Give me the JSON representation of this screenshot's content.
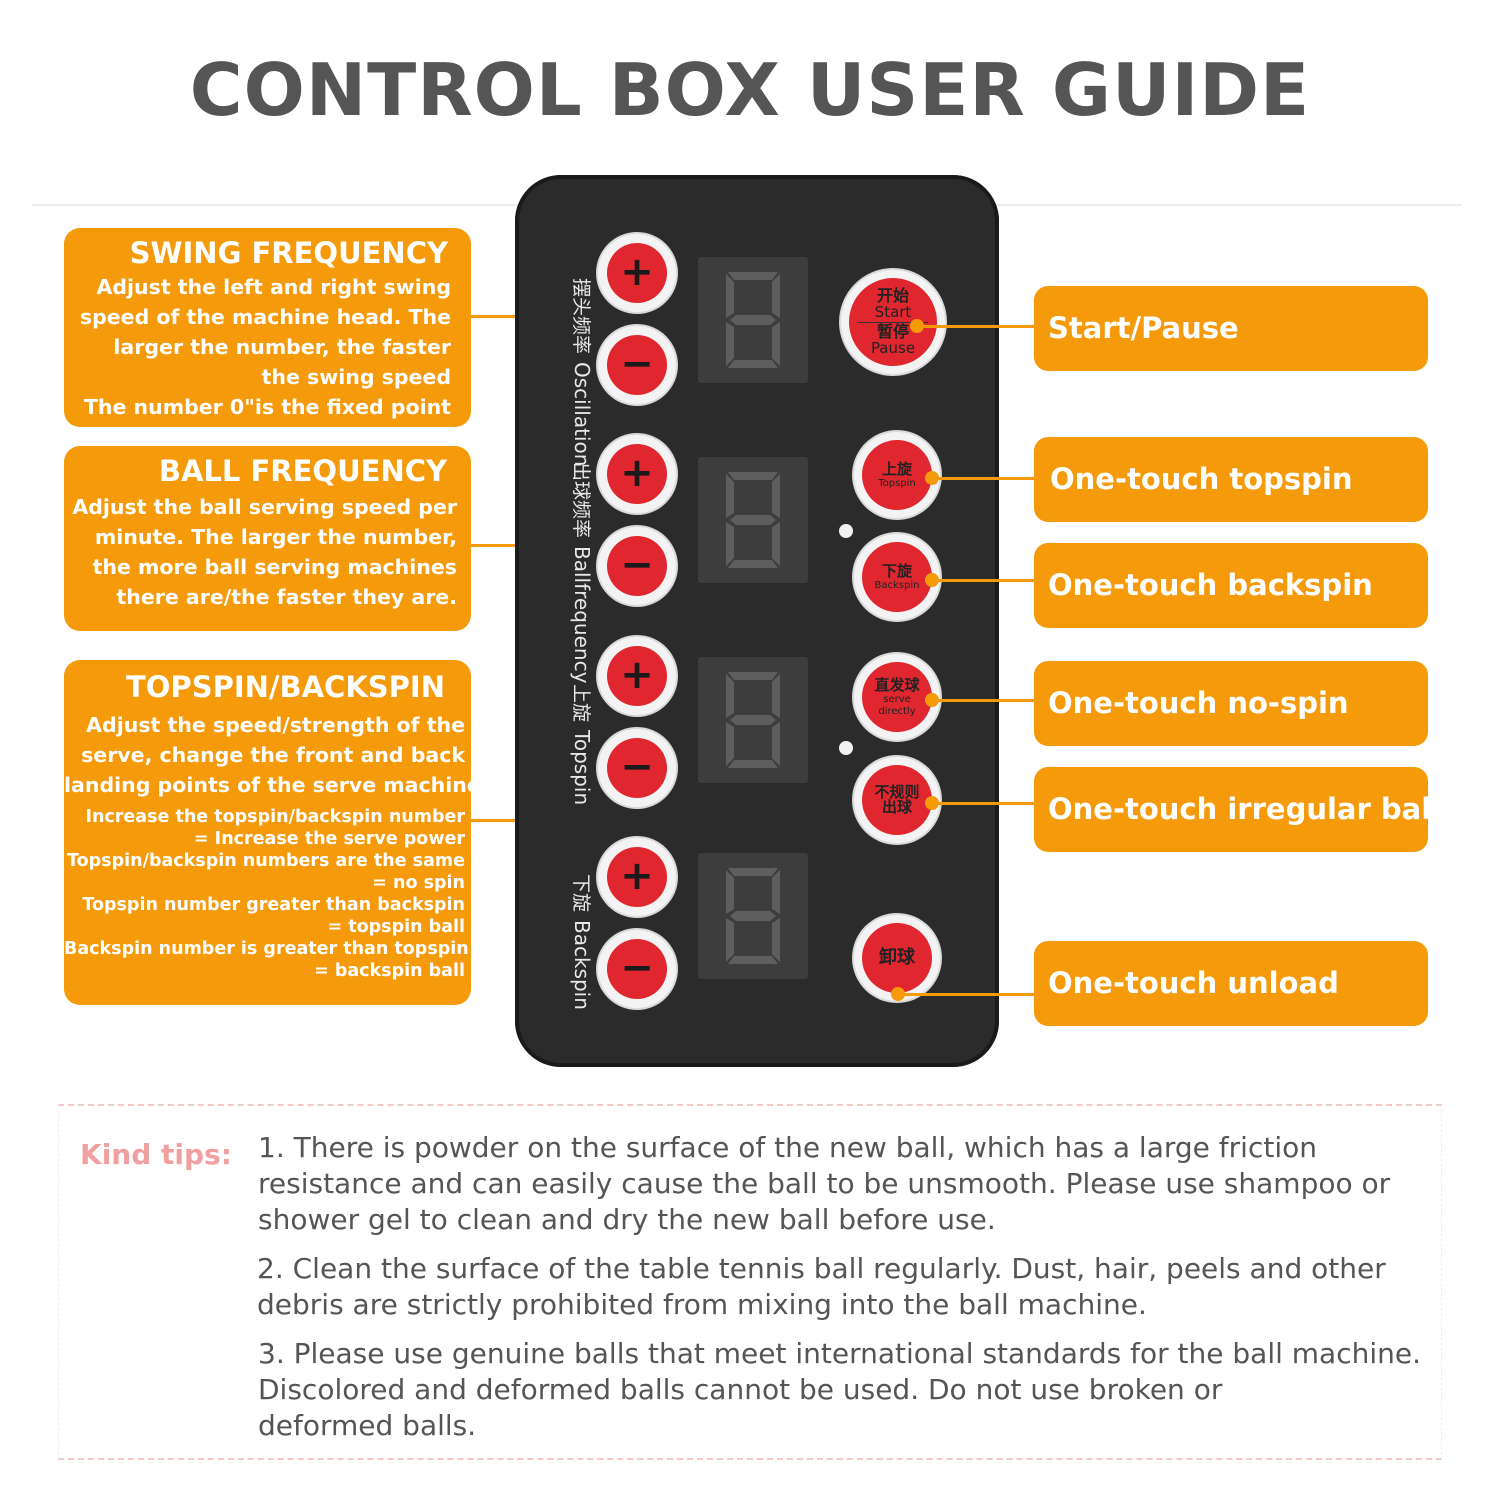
{
  "title": "CONTROL BOX USER GUIDE",
  "left_boxes": [
    {
      "heading": "SWING FREQUENCY",
      "lines": [
        "Adjust the left and right swing",
        "speed of the machine head. The",
        "larger the number, the faster",
        "the swing speed",
        "The number 0\"is the fixed point"
      ]
    },
    {
      "heading": "BALL FREQUENCY",
      "lines": [
        "Adjust the ball serving speed per",
        "minute. The larger the number,",
        "the more ball serving machines",
        "there are/the faster they are."
      ]
    },
    {
      "heading": "TOPSPIN/BACKSPIN",
      "lines": [
        "Adjust the speed/strength of the",
        "serve, change the front and back",
        "landing points of the serve machine"
      ],
      "small_lines": [
        "Increase the topspin/backspin number",
        "= Increase the serve power",
        "Topspin/backspin numbers are the same",
        "= no spin",
        "Topspin number greater than backspin",
        "= topspin ball",
        "Backspin number is greater than topspin",
        "= backspin ball"
      ]
    }
  ],
  "right_labels": [
    "Start/Pause",
    "One-touch topspin",
    "One-touch backspin",
    "One-touch no-spin",
    "One-touch irregular ball",
    "One-touch unload"
  ],
  "device": {
    "plus_symbol": "+",
    "minus_symbol": "−",
    "display_digit": "8",
    "vertical_labels": [
      {
        "en": "Oscillation",
        "zh": "摆头频率"
      },
      {
        "en": "Ballfrequency",
        "zh": "出球频率"
      },
      {
        "en": "Topspin",
        "zh": "上旋"
      },
      {
        "en": "Backspin",
        "zh": "下旋"
      }
    ],
    "start_button": {
      "zh_top": "开始",
      "en_top": "Start",
      "zh_bottom": "暂停",
      "en_bottom": "Pause"
    },
    "topspin_button": {
      "zh": "上旋",
      "en": "Topspin"
    },
    "backspin_button": {
      "zh": "下旋",
      "en": "Backspin"
    },
    "direct_button": {
      "zh": "直发球",
      "en1": "serve",
      "en2": "directly"
    },
    "irregular_button": {
      "zh1": "不规则",
      "zh2": "出球"
    },
    "unload_button": {
      "zh": "卸球"
    }
  },
  "tips": {
    "label": "Kind tips:",
    "items": [
      [
        "1. There is powder on the surface of the new ball, which has a large friction",
        "resistance and can easily cause the ball to be unsmooth. Please use shampoo or",
        "shower gel to clean and dry the new ball before use."
      ],
      [
        "2. Clean the surface of the table tennis ball regularly. Dust, hair, peels and other",
        "debris are strictly prohibited from mixing into the ball machine."
      ],
      [
        "3. Please use genuine balls that meet international standards for the ball machine.",
        "Discolored and deformed balls cannot be used. Do not use broken or",
        "deformed balls."
      ]
    ]
  },
  "colors": {
    "accent": "#f59a0a",
    "button_red": "#e0262e",
    "device_body": "#2b2b2b",
    "tip_label": "#f0a0a0",
    "title": "#555555"
  }
}
